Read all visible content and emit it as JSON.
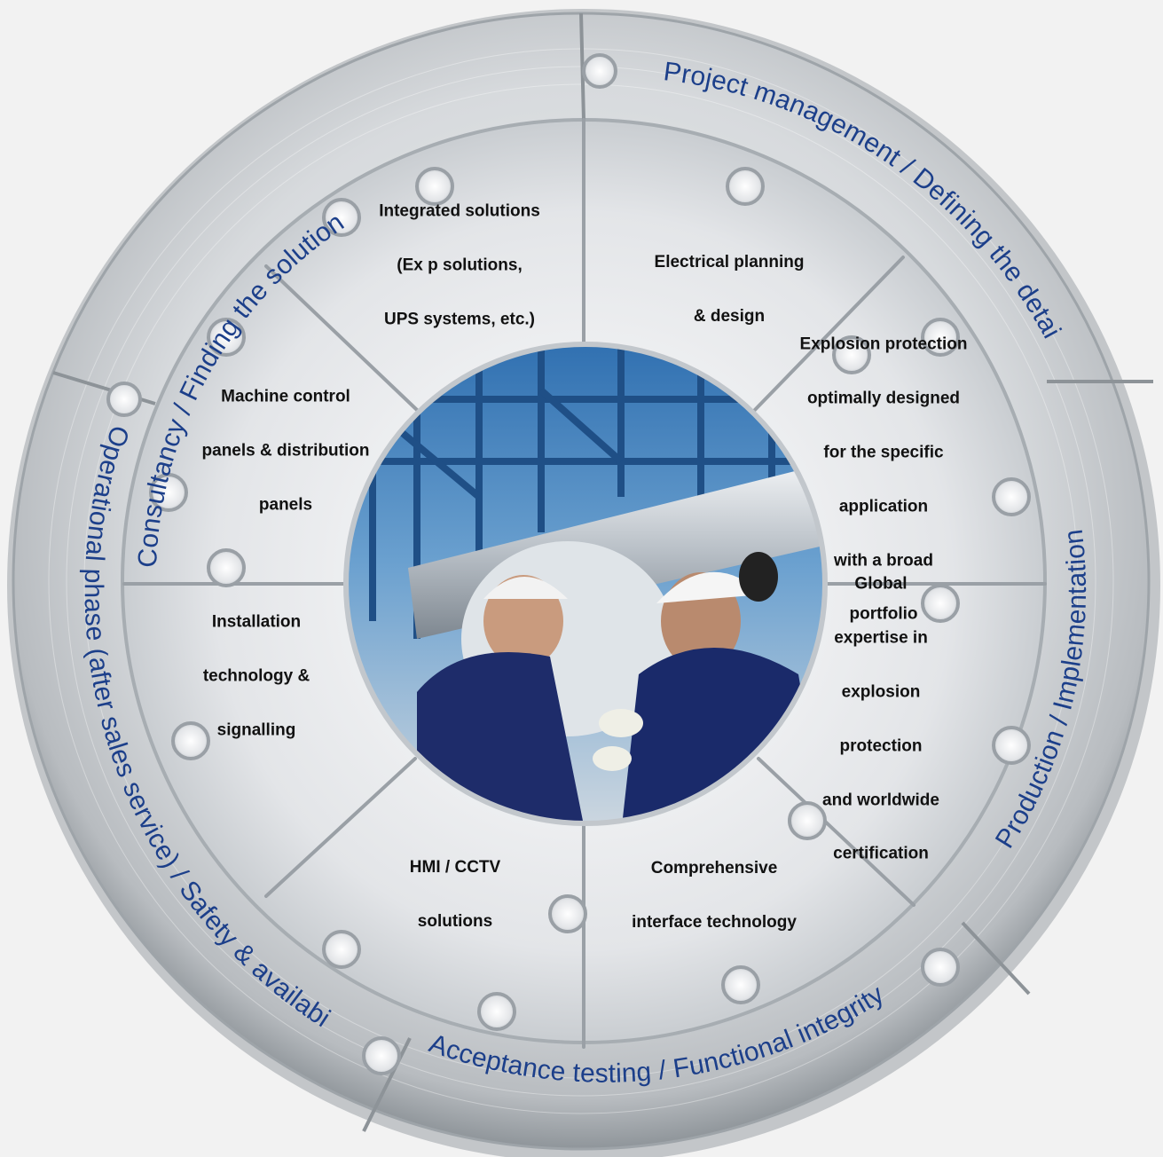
{
  "outer_ring": {
    "consultancy": "Consultancy / Finding the solution",
    "project_management": "Project management / Defining the detail",
    "production": "Production / Implementation",
    "acceptance": "Acceptance testing / Functional integrity",
    "operational": "Operational phase (after sales service) / Safety & availability"
  },
  "inner_ring": {
    "integrated": [
      "Integrated solutions",
      "(Ex p solutions,",
      "UPS systems, etc.)"
    ],
    "electrical": [
      "Electrical planning",
      "& design"
    ],
    "explosion": [
      "Explosion protection",
      "optimally designed",
      "for the specific",
      "application",
      "with a broad",
      "portfolio"
    ],
    "global": [
      "Global",
      "expertise in",
      "explosion",
      "protection",
      "and worldwide",
      "certification"
    ],
    "interface": [
      "Comprehensive",
      "interface technology"
    ],
    "hmi": [
      "HMI / CCTV",
      "solutions"
    ],
    "installation": [
      "Installation",
      "technology &",
      "signalling"
    ],
    "machine": [
      "Machine control",
      "panels & distribution",
      "panels"
    ]
  },
  "colors": {
    "outer_text": "#1c3f8a",
    "inner_text": "#111111",
    "metal_light": "#eef0f2",
    "metal_dark": "#9aa0a6",
    "seam": "#8d9398"
  },
  "center_image": "industrial-workers-photo"
}
